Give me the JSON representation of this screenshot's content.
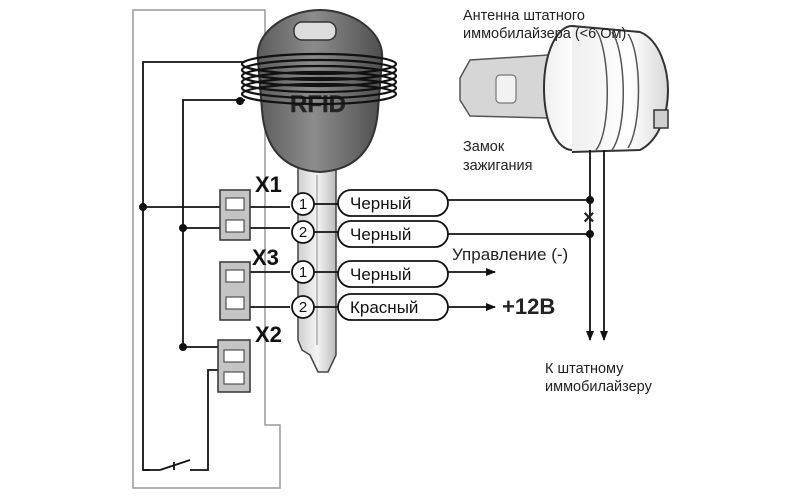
{
  "labels": {
    "antenna_line1": "Антенна штатного",
    "antenna_line2": "иммобилайзера (<6 Ом)",
    "lock_line1": "Замок",
    "lock_line2": "зажигания",
    "key_text": "RFID",
    "dest_line1": "К штатному",
    "dest_line2": "иммобилайзеру",
    "control": "Управление (-)",
    "plus12": "+12В",
    "cross_mark": "×"
  },
  "connectors": [
    {
      "name": "X1",
      "pins": [
        {
          "num": "1",
          "wire": "Черный"
        },
        {
          "num": "2",
          "wire": "Черный"
        }
      ]
    },
    {
      "name": "X3",
      "pins": [
        {
          "num": "1",
          "wire": "Черный"
        },
        {
          "num": "2",
          "wire": "Красный"
        }
      ]
    },
    {
      "name": "X2",
      "pins": []
    }
  ],
  "colors": {
    "line": "#111111",
    "key_body": "#6f6f6f",
    "key_head": "#8a8a8a",
    "lock_gray": "#d9d9d9"
  }
}
